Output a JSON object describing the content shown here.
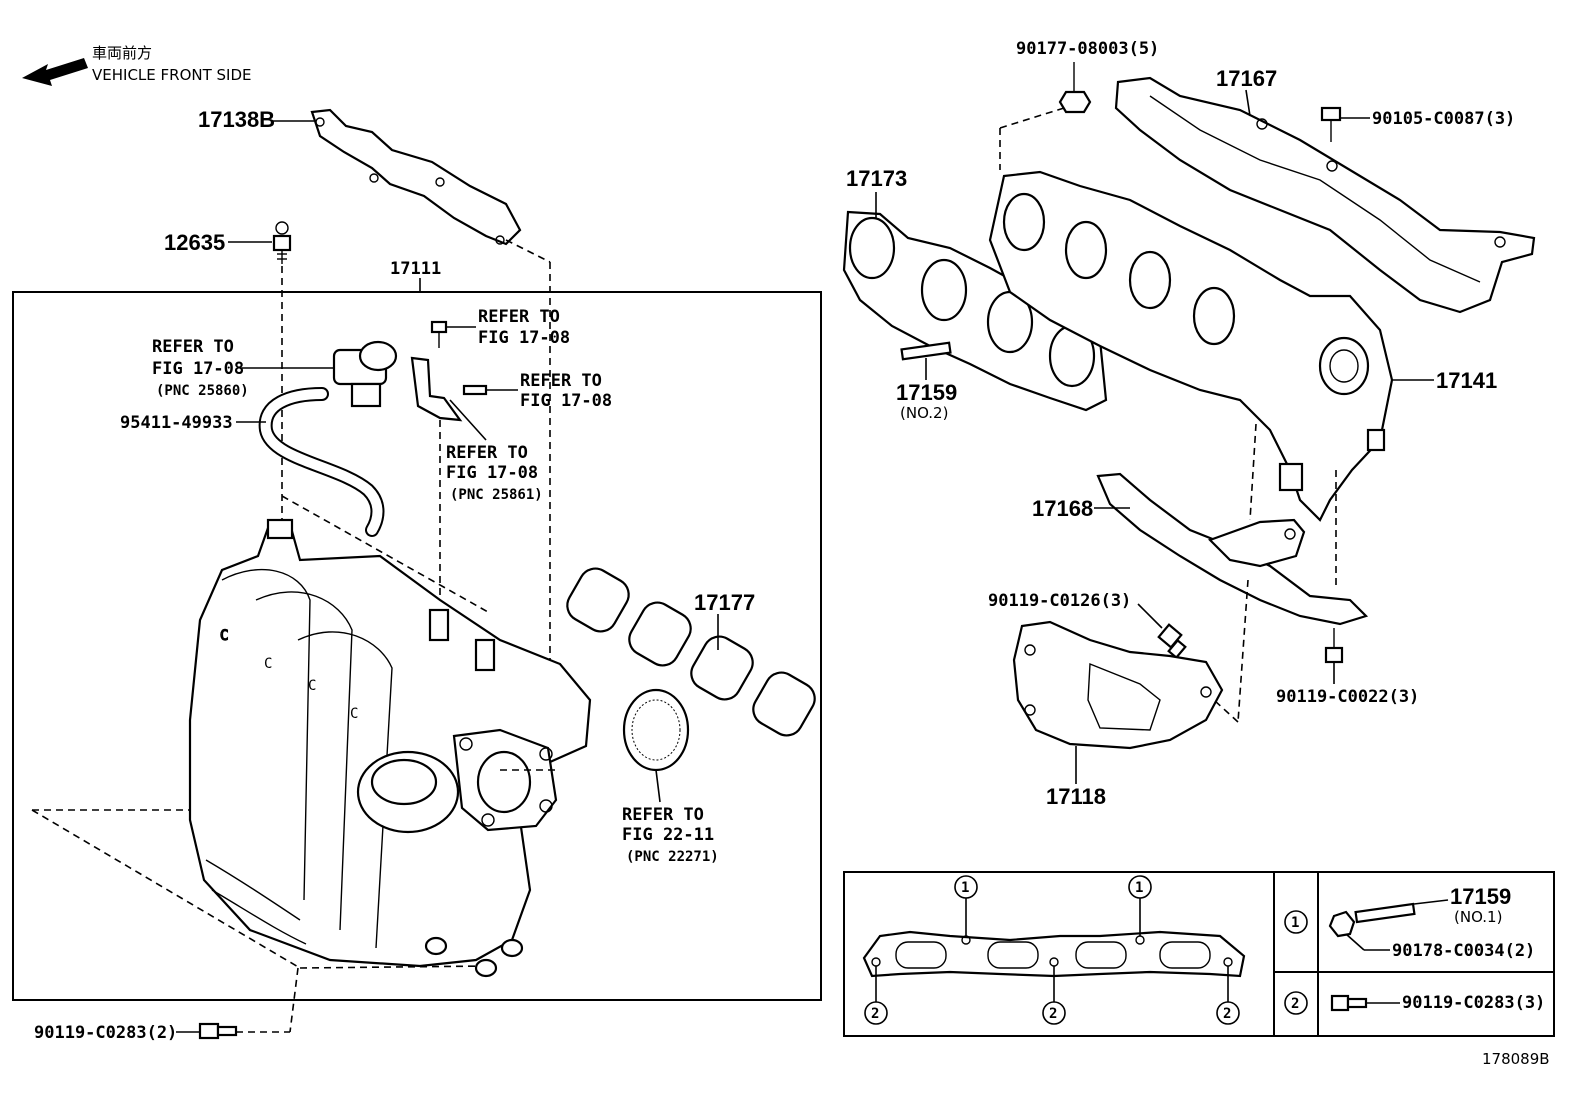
{
  "header": {
    "direction_jp": "車両前方",
    "direction_en": "VEHICLE FRONT SIDE",
    "direction_arrow_icon": "left-arrow-icon"
  },
  "figure_id": "178089B",
  "labels": {
    "p17138B": "17138B",
    "p12635": "12635",
    "p17111": "17111",
    "refer1_a": "REFER TO",
    "refer1_b": "FIG 17-08",
    "refer1_c": "(PNC 25860)",
    "refer2_a": "REFER TO",
    "refer2_b": "FIG 17-08",
    "refer3_a": "REFER TO",
    "refer3_b": "FIG 17-08",
    "refer4_a": "REFER TO",
    "refer4_b": "FIG 17-08",
    "refer4_c": "(PNC 25861)",
    "p95411": "95411-49933",
    "p17177": "17177",
    "refer5_a": "REFER TO",
    "refer5_b": "FIG 22-11",
    "refer5_c": "(PNC 22271)",
    "p90119_c0283_2": "90119-C0283(2)",
    "p90177": "90177-08003(5)",
    "p17167": "17167",
    "p90105": "90105-C0087(3)",
    "p17173": "17173",
    "p17159": "17159",
    "p17159_no2": "(NO.2)",
    "p17141": "17141",
    "p17168": "17168",
    "p90119_c0126": "90119-C0126(3)",
    "p90119_c0022": "90119-C0022(3)",
    "p17118": "17118"
  },
  "legend": {
    "marker1": "1",
    "marker2": "2",
    "l1_part": "17159",
    "l1_sub": "(NO.1)",
    "l1_nut": "90178-C0034(2)",
    "l2_bolt": "90119-C0283(3)"
  }
}
